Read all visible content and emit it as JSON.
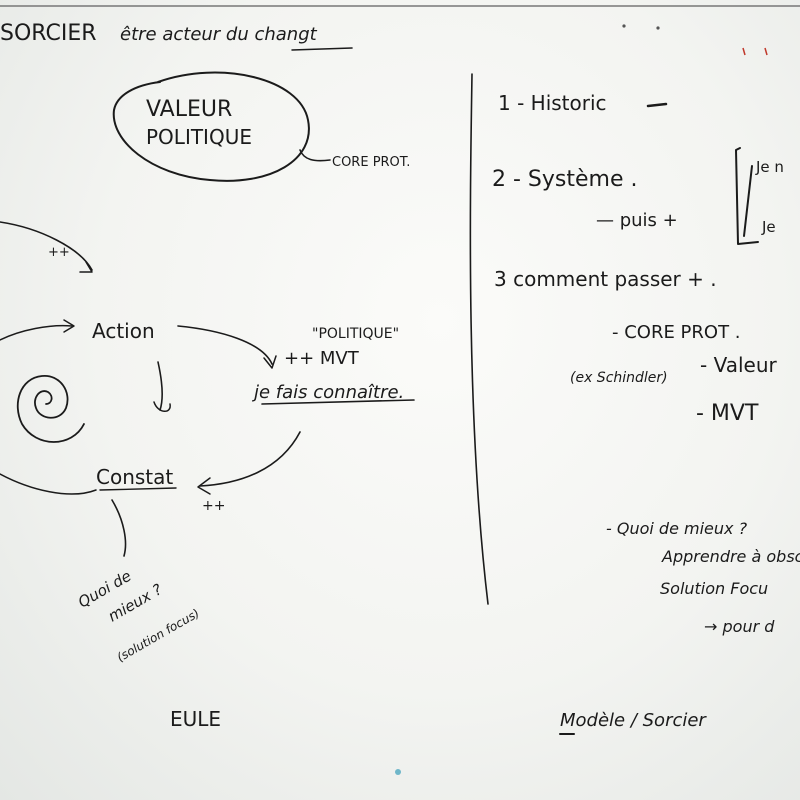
{
  "header": {
    "title": "SORCIER",
    "subtitle": "être acteur du changt"
  },
  "left": {
    "valeur_politique": [
      "VALEUR",
      "POLITIQUE"
    ],
    "core_prot_arrow": "CORE PROT.",
    "plus_marks": "++",
    "action": "Action",
    "politique_quote": "\"POLITIQUE\"",
    "plus_mvt": "++ MVT",
    "je_fais_connaitre": "je fais connaître.",
    "constat": "Constat",
    "plus_plus": "++",
    "quoi_de_mieux": [
      "Quoi de",
      "mieux ?"
    ],
    "solution": "(solution focus)",
    "eule": "EULE"
  },
  "right": {
    "item1": "1 - Historic",
    "item2": "2 - Système .",
    "puis": "— puis +",
    "bracket_top": "Je n",
    "bracket_bottom": "Je",
    "item3": "3 comment passer + .",
    "core_prot": "- CORE PROT .",
    "ex_schindler": "(ex Schindler)",
    "valeur": "- Valeur",
    "mvt": "- MVT",
    "quoi_de_mieux": "- Quoi de mieux ?",
    "apprendre": "Apprendre à obsc",
    "solution_focus": "Solution Focu",
    "pour": "→ pour d",
    "signature": "Modèle / Sorcier"
  },
  "colors": {
    "ink": "#1b1b1b",
    "board": "#f6f6f4",
    "faint_red": "#c0392b"
  }
}
